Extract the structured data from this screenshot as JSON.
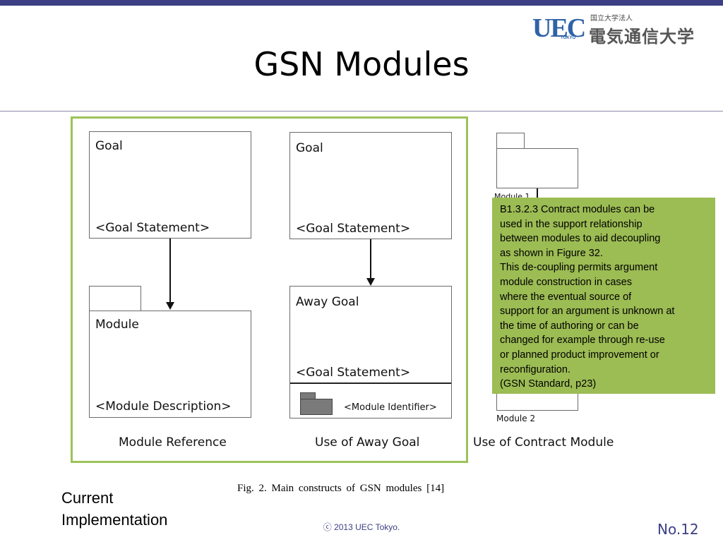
{
  "header": {
    "title": "GSN Modules",
    "logo_text": "UEC",
    "logo_sub": "TOKYO",
    "logo_jp_small": "国立大学法人",
    "logo_jp_big": "電気通信大学"
  },
  "figure": {
    "module_reference": {
      "goal_title": "Goal",
      "goal_statement": "<Goal Statement>",
      "module_title": "Module",
      "module_description": "<Module Description>",
      "caption": "Module Reference"
    },
    "away_goal": {
      "goal_title": "Goal",
      "goal_statement": "<Goal Statement>",
      "away_title": "Away Goal",
      "away_statement": "<Goal Statement>",
      "module_identifier": "<Module Identifier>",
      "caption": "Use of Away Goal"
    },
    "contract": {
      "module1": "Module 1",
      "module2": "Module 2",
      "caption": "Use of Contract Module"
    },
    "fig_caption": "Fig. 2.  Main constructs of GSN modules [14]"
  },
  "note": {
    "lines": [
      "B1.3.2.3 Contract modules can be",
      "used in the support relationship",
      "between modules to aid decoupling",
      "as shown in Figure 32.",
      "This de-coupling permits argument",
      "module construction in cases",
      "where the eventual source of",
      "support for an argument is unknown at",
      "the time of authoring or can be",
      "changed for example through re-use",
      "or planned product improvement or",
      "reconfiguration.",
      "(GSN Standard, p23)"
    ]
  },
  "footer": {
    "current_line1": "Current",
    "current_line2": "Implementation",
    "copyright": "ⓒ 2013 UEC Tokyo.",
    "page_number": "No.12"
  },
  "colors": {
    "accent": "#3c3f83",
    "green": "#9cc35a",
    "note_bg": "#9cbc54"
  }
}
